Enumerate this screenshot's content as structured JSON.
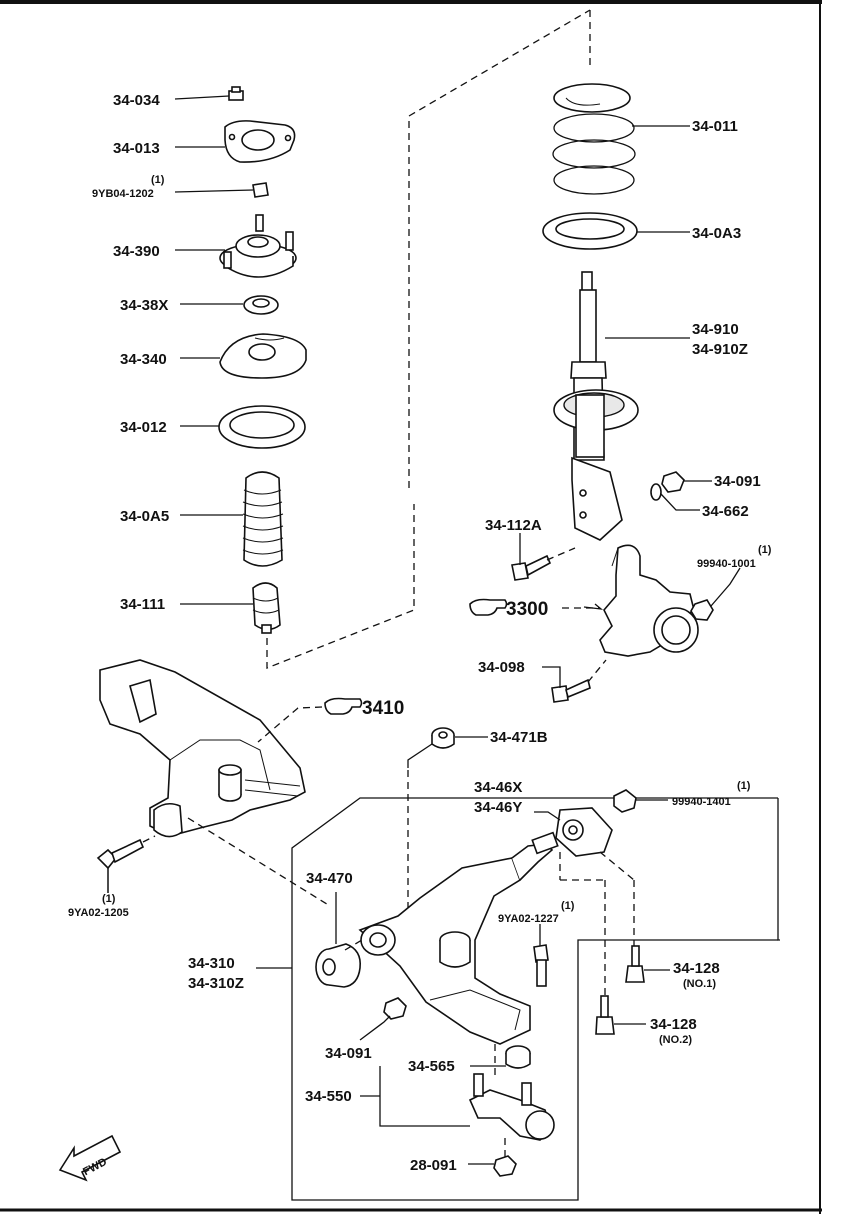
{
  "labels": {
    "p34034": "34-034",
    "p34013": "34-013",
    "p9yb04_q": "(1)",
    "p9yb04": "9YB04-1202",
    "p34390": "34-390",
    "p3438x": "34-38X",
    "p34340": "34-340",
    "p34012": "34-012",
    "p340a5": "34-0A5",
    "p34111": "34-111",
    "p34011": "34-011",
    "p340a3": "34-0A3",
    "p34910": "34-910",
    "p34910z": "34-910Z",
    "p34091a": "34-091",
    "p34662": "34-662",
    "p34112a": "34-112A",
    "p99940_1001_q": "(1)",
    "p99940_1001": "99940-1001",
    "p3300": "3300",
    "p34098": "34-098",
    "p3410": "3410",
    "p34471b": "34-471B",
    "p3446x": "34-46X",
    "p3446y": "34-46Y",
    "p99940_1401_q": "(1)",
    "p99940_1401": "99940-1401",
    "p9ya02_1205_q": "(1)",
    "p9ya02_1205": "9YA02-1205",
    "p34470": "34-470",
    "p9ya02_1227_q": "(1)",
    "p9ya02_1227": "9YA02-1227",
    "p34310": "34-310",
    "p34310z": "34-310Z",
    "p34128a": "34-128",
    "p34128a_n": "(NO.1)",
    "p34128b": "34-128",
    "p34128b_n": "(NO.2)",
    "p34091b": "34-091",
    "p34565": "34-565",
    "p34550": "34-550",
    "p28091": "28-091",
    "fwd": "FWD"
  }
}
